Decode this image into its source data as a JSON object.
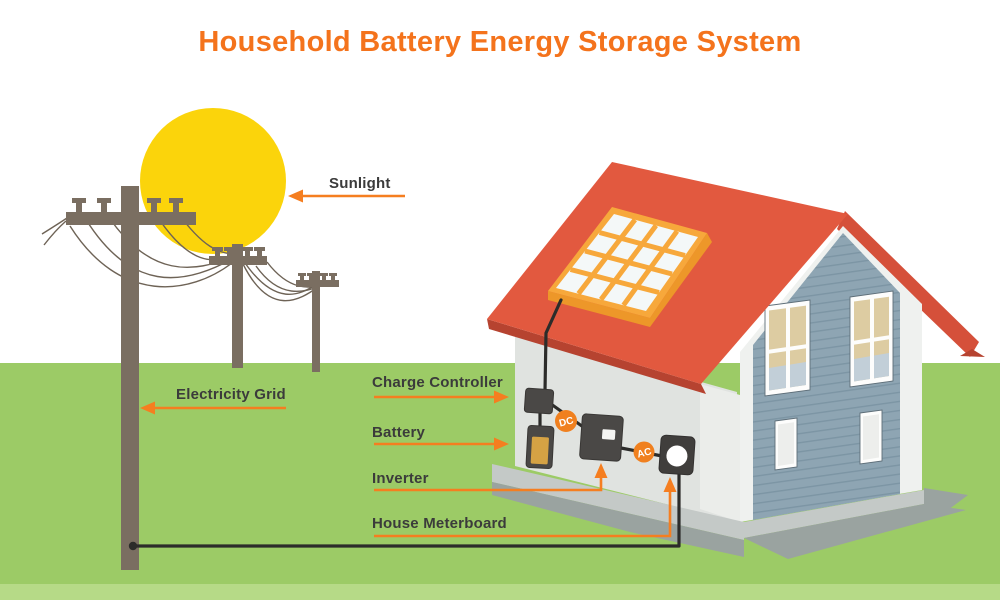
{
  "title": "Household Battery Energy Storage System",
  "labels": {
    "sunlight": "Sunlight",
    "electricity_grid": "Electricity Grid",
    "charge_controller": "Charge Controller",
    "battery": "Battery",
    "inverter": "Inverter",
    "house_meterboard": "House Meterboard"
  },
  "badges": {
    "dc": "DC",
    "ac": "AC"
  },
  "colors": {
    "title_orange": "#F4731C",
    "arrow_orange": "#F57E20",
    "label_text": "#3B3B3B",
    "sun_yellow": "#FBD40B",
    "grass_green": "#9CCB66",
    "grass_light_band": "#B6DA87",
    "roof_red": "#E2593F",
    "roof_red_dark": "#B64330",
    "solar_frame_orange": "#F7A83B",
    "solar_cell_white": "#F4F8F8",
    "siding_blue": "#8EA5B3",
    "front_wall_gray": "#E0E3E0",
    "pole_brown": "#7A6E61",
    "equipment_dark": "#4A4846",
    "battery_tan": "#D5A244",
    "wire_black": "#2C2C2A",
    "badge_orange": "#F0801F"
  },
  "scene": {
    "components": [
      "sun",
      "power-poles",
      "grid-wires",
      "house",
      "solar-panel",
      "charge-controller",
      "battery",
      "inverter",
      "house-meterboard",
      "dc-link-badge",
      "ac-link-badge",
      "ground-wire"
    ]
  }
}
